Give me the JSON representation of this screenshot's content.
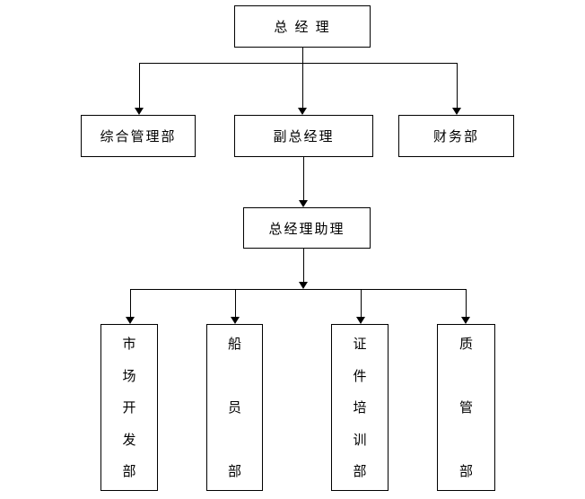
{
  "colors": {
    "line": "#000000",
    "box_border": "#000000",
    "box_background": "#ffffff",
    "text": "#000000",
    "background": "#ffffff"
  },
  "org_chart": {
    "root": {
      "label": "总 经 理"
    },
    "level2": [
      {
        "label": "综合管理部"
      },
      {
        "label": "副总经理"
      },
      {
        "label": "财务部"
      }
    ],
    "level3": {
      "label": "总经理助理"
    },
    "level4": [
      {
        "label": "市场开发部"
      },
      {
        "label": "船员部"
      },
      {
        "label": "证件培训部"
      },
      {
        "label": "质管部"
      }
    ]
  }
}
